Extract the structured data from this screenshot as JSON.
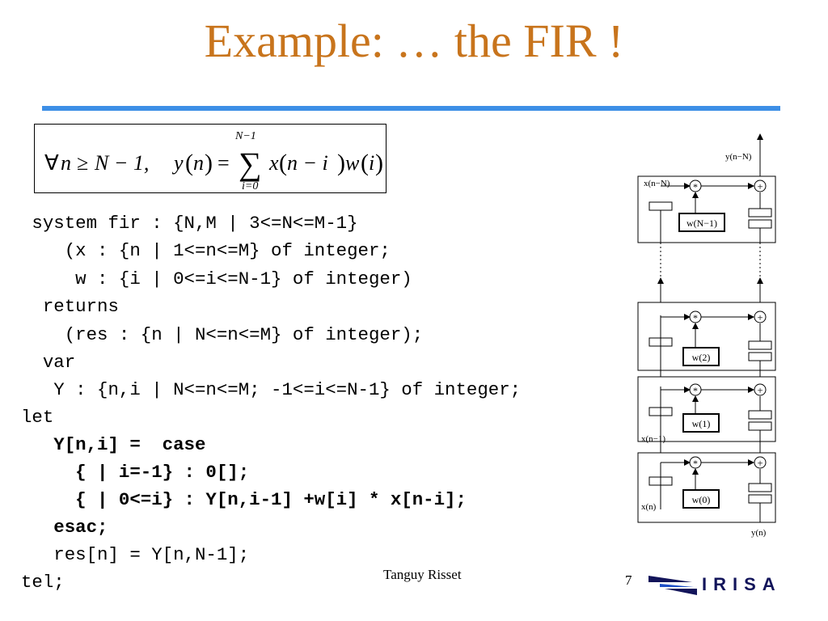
{
  "slide": {
    "title": "Example: … the FIR !",
    "formula": {
      "forall": "∀",
      "n": "n",
      "geq": "≥",
      "N_minus_1": "N − 1,",
      "y": "y",
      "lp": "(",
      "rp": ")",
      "eq": "=",
      "sigma": "∑",
      "upper": "N−1",
      "lower": "i=0",
      "x": "x",
      "n_minus_i": "n − i",
      "w": "w",
      "i": "i"
    },
    "code_lines": [
      " system fir : {N,M | 3<=N<=M-1}",
      "    (x : {n | 1<=n<=M} of integer;",
      "     w : {i | 0<=i<=N-1} of integer)",
      "  returns",
      "    (res : {n | N<=n<=M} of integer);",
      "  var",
      "   Y : {n,i | N<=n<=M; -1<=i<=N-1} of integer;",
      "let",
      "   Y[n,i] =  case",
      "     { | i=-1} : 0[];",
      "     { | 0<=i} : Y[n,i-1] +w[i] * x[n-i];",
      "   esac;",
      "   res[n] = Y[n,N-1];",
      "tel;"
    ],
    "footer_author": "Tanguy Risset",
    "page_number": "7",
    "logo_text": "IRISA",
    "accent_color": "#c8741c",
    "rule_color": "#3d8fe6"
  },
  "diagram": {
    "top_output": "y(n−N)",
    "top_input": "x(n−N)",
    "top_weight": "w(N−1)",
    "mult_symbol": "*",
    "add_symbol": "+",
    "weight_2": "w(2)",
    "weight_1": "w(1)",
    "weight_0": "w(0)",
    "input_1": "x(n−1)",
    "input_0": "x(n)",
    "output_0": "y(n)"
  }
}
